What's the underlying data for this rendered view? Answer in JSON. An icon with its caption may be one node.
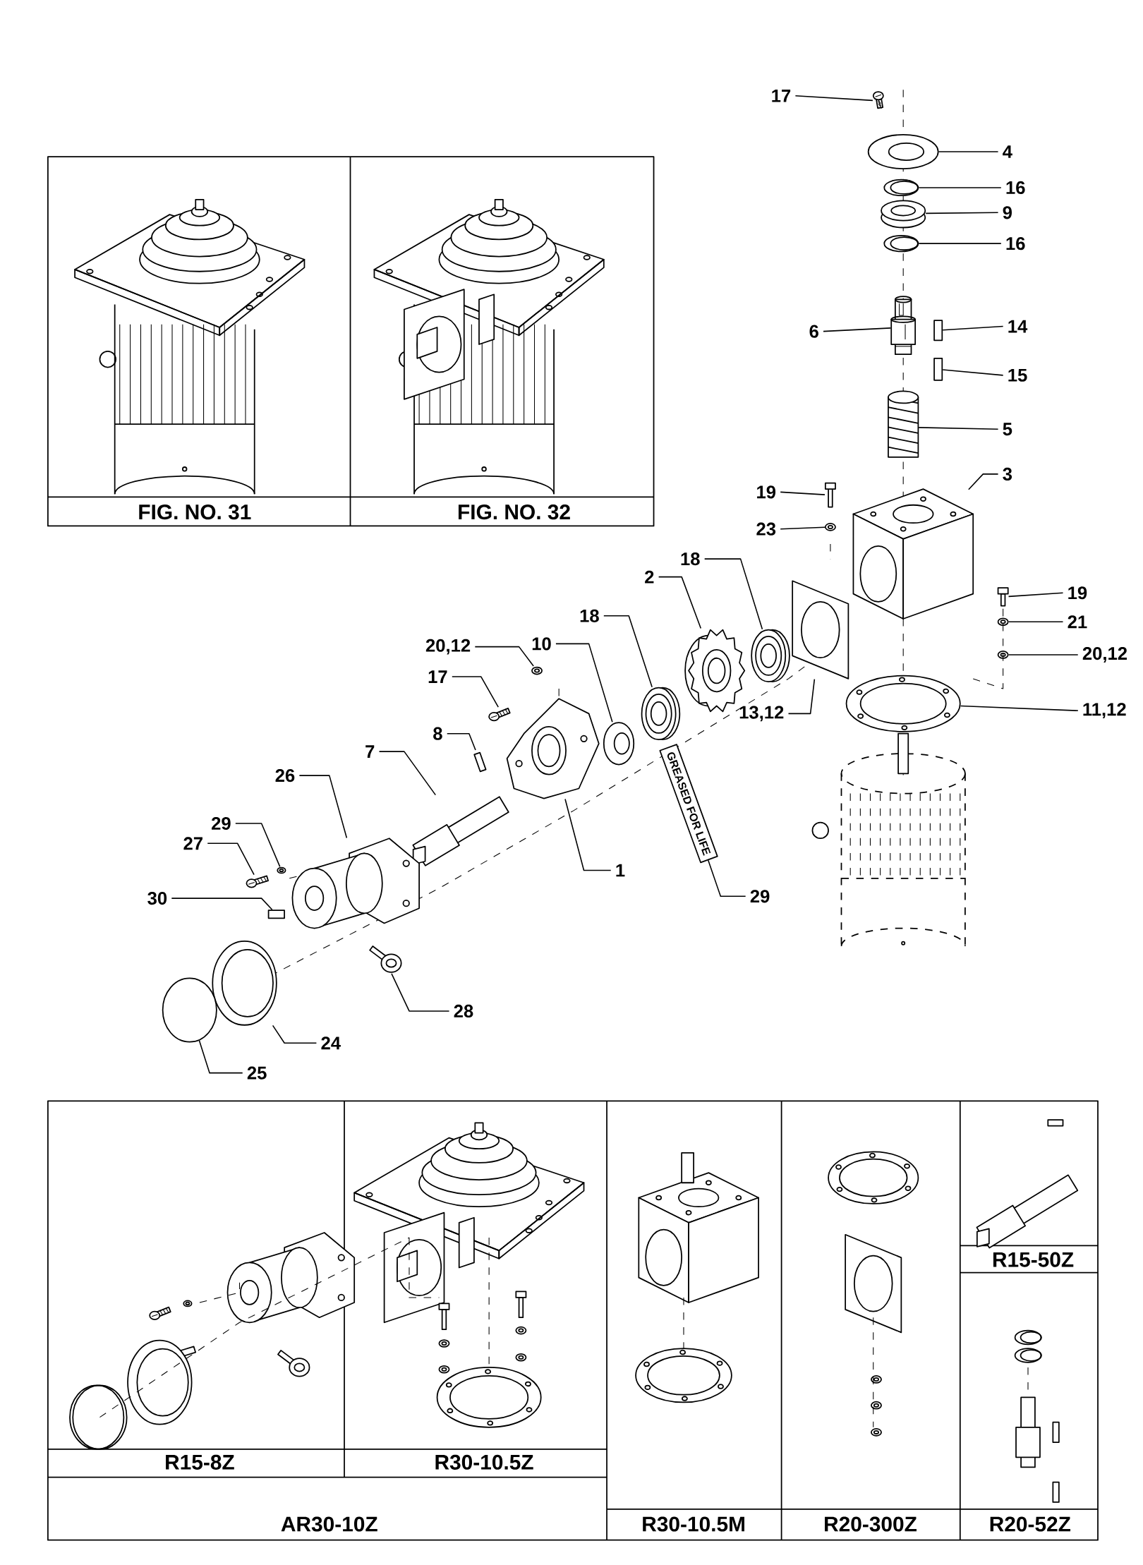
{
  "diagram": {
    "nodes": [
      {
        "text": [
          "17"
        ]
      },
      {
        "text": [
          "4"
        ]
      },
      {
        "text": [
          "16"
        ]
      },
      {
        "text": [
          "9"
        ]
      },
      {
        "text": [
          "16"
        ]
      },
      {
        "text": [
          "6"
        ]
      },
      {
        "text": [
          "14"
        ]
      },
      {
        "text": [
          "15"
        ]
      },
      {
        "text": [
          "5"
        ]
      },
      {
        "text": [
          "19"
        ]
      },
      {
        "text": [
          "3"
        ]
      },
      {
        "text": [
          "23"
        ]
      },
      {
        "text": [
          "18"
        ]
      },
      {
        "text": [
          "2"
        ]
      },
      {
        "text": [
          "19"
        ]
      },
      {
        "text": [
          "21"
        ]
      },
      {
        "text": [
          "18"
        ]
      },
      {
        "text": [
          "20,12"
        ]
      },
      {
        "text": [
          "20,12"
        ]
      },
      {
        "text": [
          "10"
        ]
      },
      {
        "text": [
          "17"
        ]
      },
      {
        "text": [
          "13,12"
        ]
      },
      {
        "text": [
          "11,12"
        ]
      },
      {
        "text": [
          "8"
        ]
      },
      {
        "text": [
          "7"
        ]
      },
      {
        "text": [
          "26"
        ]
      },
      {
        "text": [
          "1"
        ]
      },
      {
        "text": [
          "29"
        ]
      },
      {
        "text": [
          "29"
        ]
      },
      {
        "text": [
          "27"
        ]
      },
      {
        "text": [
          "30"
        ]
      },
      {
        "text": [
          "28"
        ]
      },
      {
        "text": [
          "24"
        ]
      },
      {
        "text": [
          "25"
        ]
      },
      {
        "text": [],
        "shape": "picture"
      },
      {
        "text": [],
        "shape": "picture"
      },
      {
        "text": [],
        "shape": "picture"
      },
      {
        "text": [],
        "shape": "picture"
      },
      {
        "text": [],
        "shape": "picture"
      },
      {
        "text": [],
        "shape": "picture"
      },
      {
        "text": [],
        "shape": "box"
      },
      {
        "text": [],
        "shape": "box"
      },
      {
        "text": [],
        "shape": "picture"
      },
      {
        "text": [],
        "shape": "picture"
      },
      {
        "text": [],
        "shape": "picture"
      },
      {
        "text": [],
        "shape": "picture"
      },
      {
        "text": [],
        "shape": "picture"
      },
      {
        "text": [],
        "shape": "picture"
      },
      {
        "text": [],
        "shape": "picture"
      },
      {
        "text": [],
        "shape": "picture"
      },
      {
        "text": [],
        "shape": "picture"
      },
      {
        "text": [],
        "shape": "picture"
      },
      {
        "text": [],
        "shape": "picture"
      },
      {
        "text": [],
        "shape": "picture"
      },
      {
        "text": [],
        "shape": "picture"
      },
      {
        "text": [],
        "shape": "picture"
      },
      {
        "text": [],
        "shape": "picture"
      },
      {
        "text": [],
        "shape": "picture"
      },
      {
        "text": [],
        "shape": "picture"
      },
      {
        "text": [],
        "shape": "picture"
      },
      {
        "text": [],
        "shape": "picture"
      },
      {
        "text": [
          "GREASED FOR LIFE"
        ]
      },
      {
        "text": [],
        "shape": "picture"
      },
      {
        "text": [],
        "shape": "picture"
      },
      {
        "text": [],
        "shape": "box"
      },
      {
        "text": [],
        "shape": "picture"
      },
      {
        "text": [],
        "shape": "picture"
      },
      {
        "text": [],
        "shape": "circle"
      }
    ],
    "edges": [
      {
        "from": 0,
        "to": 34,
        "arrow": "none"
      },
      {
        "from": 1,
        "to": 35,
        "arrow": "none"
      },
      {
        "from": 2,
        "to": 36,
        "arrow": "none"
      },
      {
        "from": 3,
        "to": 37,
        "arrow": "none"
      },
      {
        "from": 4,
        "to": 38,
        "arrow": "none"
      },
      {
        "from": 5,
        "to": 39,
        "arrow": "none"
      },
      {
        "from": 6,
        "to": 40,
        "arrow": "none"
      },
      {
        "from": 7,
        "to": 41,
        "arrow": "none"
      },
      {
        "from": 8,
        "to": 42,
        "arrow": "none"
      },
      {
        "from": 9,
        "to": 43,
        "arrow": "none"
      },
      {
        "from": 10,
        "to": 44,
        "arrow": "none"
      },
      {
        "from": 11,
        "to": 45,
        "arrow": "none"
      },
      {
        "from": 12,
        "to": 46,
        "arrow": "none"
      },
      {
        "from": 13,
        "to": 47,
        "arrow": "none"
      },
      {
        "from": 14,
        "to": 48,
        "arrow": "none"
      },
      {
        "from": 15,
        "to": 49,
        "arrow": "none"
      },
      {
        "from": 16,
        "to": 50,
        "arrow": "none"
      },
      {
        "from": 17,
        "to": 51,
        "arrow": "none"
      },
      {
        "from": 18,
        "to": 52,
        "arrow": "none"
      },
      {
        "from": 19,
        "to": 53,
        "arrow": "none"
      },
      {
        "from": 20,
        "to": 54,
        "arrow": "none"
      },
      {
        "from": 21,
        "to": 55,
        "arrow": "none"
      },
      {
        "from": 22,
        "to": 56,
        "arrow": "none"
      },
      {
        "from": 23,
        "to": 57,
        "arrow": "none"
      },
      {
        "from": 24,
        "to": 58,
        "arrow": "none"
      },
      {
        "from": 25,
        "to": 59,
        "arrow": "none"
      },
      {
        "from": 26,
        "to": 60,
        "arrow": "none"
      },
      {
        "from": 27,
        "to": 61,
        "arrow": "none"
      },
      {
        "from": 28,
        "to": 62,
        "arrow": "none"
      },
      {
        "from": 29,
        "to": 63,
        "arrow": "none"
      },
      {
        "from": 30,
        "to": 64,
        "arrow": "none"
      },
      {
        "from": 31,
        "to": 65,
        "arrow": "none"
      },
      {
        "from": 32,
        "to": 66,
        "arrow": "none"
      },
      {
        "from": 33,
        "to": 67,
        "arrow": "none"
      }
    ],
    "labels": [
      "FIG. NO. 31",
      "FIG. NO. 32",
      "R15-50Z",
      "R15-8Z",
      "R30-10.5Z",
      "AR30-10Z",
      "R30-10.5M",
      "R20-300Z",
      "R20-52Z"
    ]
  }
}
